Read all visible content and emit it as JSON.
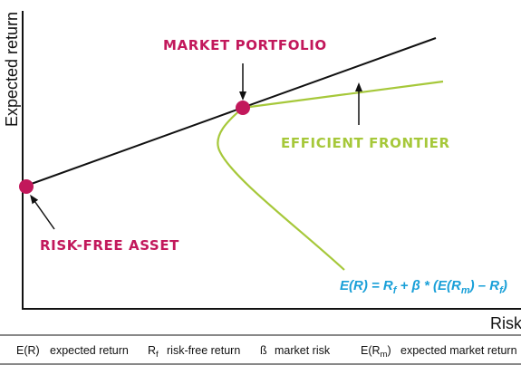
{
  "colors": {
    "accent_pink": "#c2185b",
    "frontier_green": "#a6c83a",
    "formula_blue": "#1aa0d8",
    "axis": "#111111"
  },
  "axes": {
    "y_label": "Expected return",
    "x_label": "Risk"
  },
  "labels": {
    "market_portfolio": "MARKET PORTFOLIO",
    "efficient_frontier": "EFFICIENT FRONTIER",
    "risk_free_asset": "RISK-FREE ASSET"
  },
  "formula": {
    "p1": "E(R) = R",
    "s1": "f",
    "p2": " + β * (E(R",
    "s2": "m",
    "p3": ") – R",
    "s3": "f",
    "p4": ")"
  },
  "legend": [
    {
      "key": "E(R)",
      "key_sub": "",
      "key_after": "",
      "desc": "expected return"
    },
    {
      "key": "R",
      "key_sub": "f",
      "key_after": "",
      "desc": "risk-free return"
    },
    {
      "key": "ß",
      "key_sub": "",
      "key_after": "",
      "desc": "market risk"
    },
    {
      "key": "E(R",
      "key_sub": "m",
      "key_after": ")",
      "desc": "expected market return"
    }
  ]
}
